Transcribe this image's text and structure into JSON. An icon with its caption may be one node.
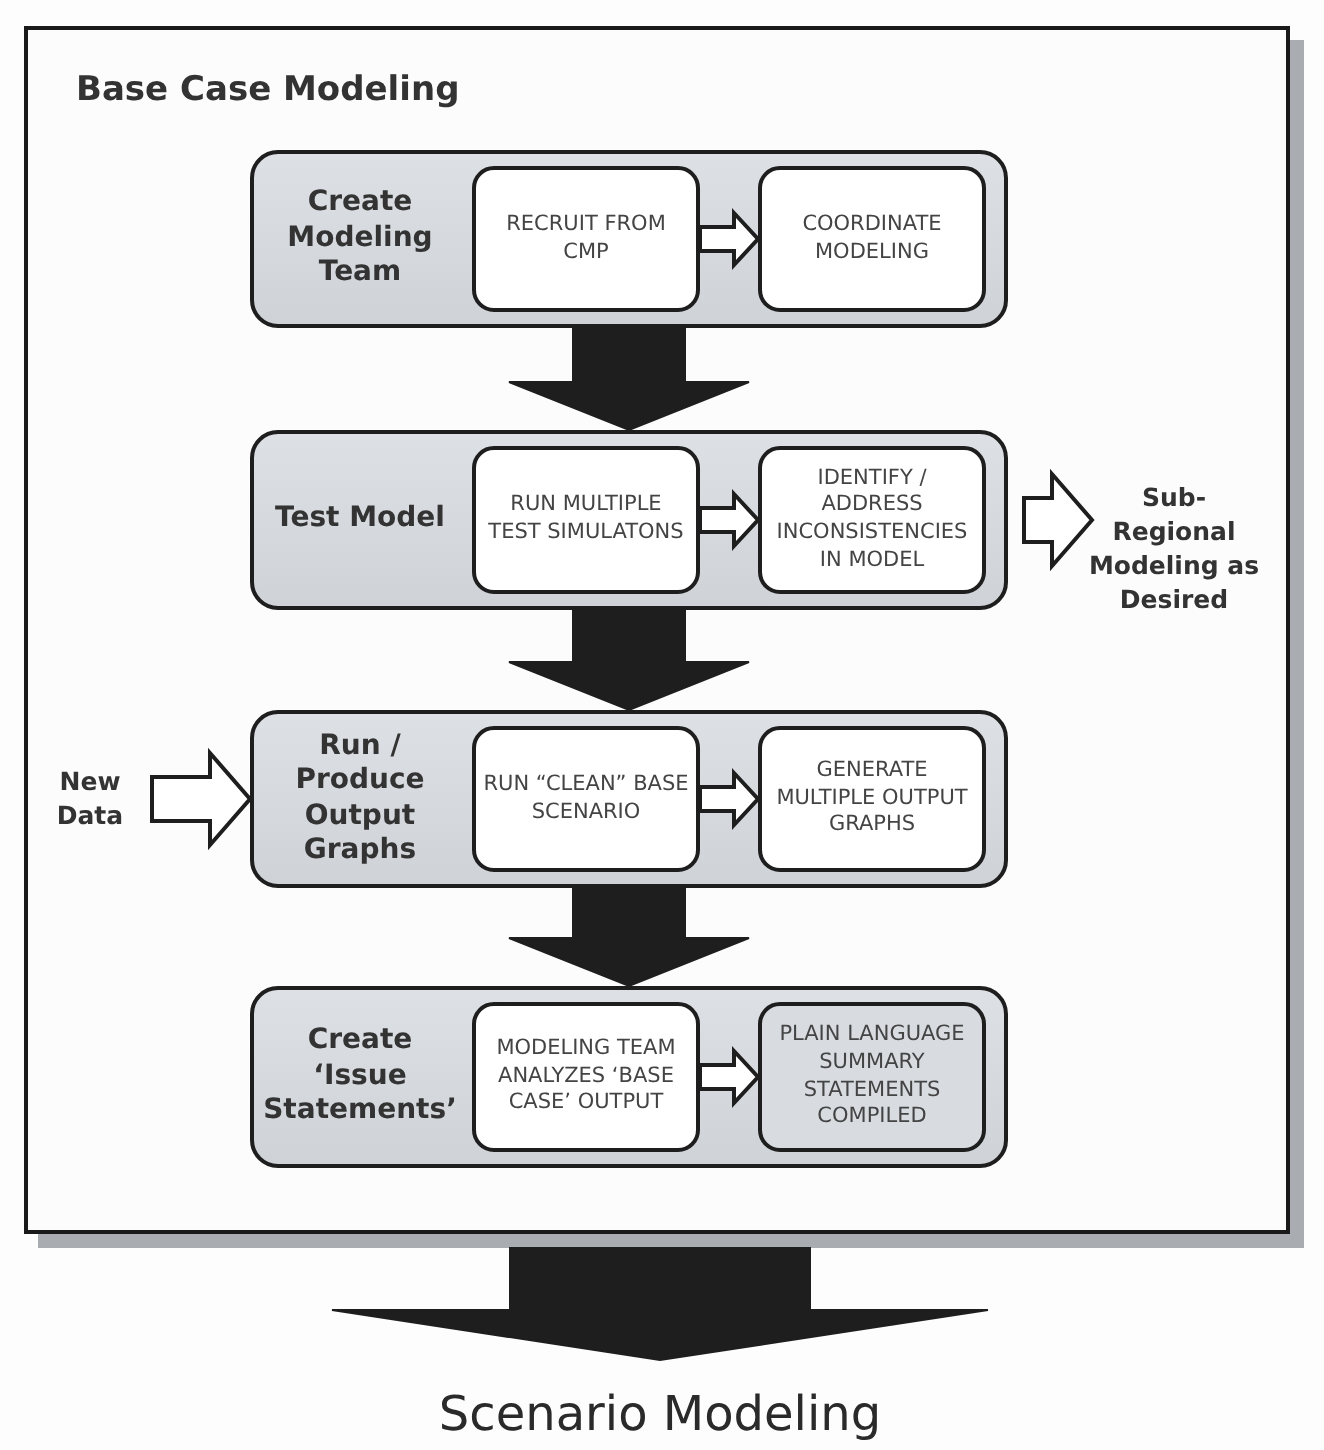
{
  "diagram": {
    "nodes": [
      {
        "text": [
          "Base Case Modeling"
        ]
      },
      {
        "text": [
          "Create Modeling Team"
        ],
        "in": 0
      },
      {
        "text": [
          "RECRUIT FROM CMP"
        ],
        "in": 1
      },
      {
        "text": [
          "COORDINATE MODELING"
        ],
        "in": 1
      },
      {
        "text": [
          "Test Model"
        ],
        "in": 0
      },
      {
        "text": [
          "RUN MULTIPLE TEST SIMULATONS"
        ],
        "in": 4
      },
      {
        "text": [
          "IDENTIFY / ADDRESS INCONSISTENCIES IN MODEL"
        ],
        "in": 4
      },
      {
        "text": [
          "Sub-Regional Modeling as Desired"
        ],
        "in": 0
      },
      {
        "text": [
          "New Data"
        ],
        "in": 0
      },
      {
        "text": [
          "Run / Produce Output Graphs"
        ],
        "in": 0
      },
      {
        "text": [
          "RUN “CLEAN” BASE SCENARIO"
        ],
        "in": 9
      },
      {
        "text": [
          "GENERATE MULTIPLE OUTPUT GRAPHS"
        ],
        "in": 9
      },
      {
        "text": [
          "Create ‘Issue Statements’"
        ],
        "in": 0
      },
      {
        "text": [
          "MODELING TEAM ANALYZES ‘BASE CASE’ OUTPUT"
        ],
        "in": 12
      },
      {
        "text": [
          "PLAIN LANGUAGE SUMMARY STATEMENTS COMPILED"
        ],
        "in": 12
      },
      {
        "text": [
          "Scenario Modeling"
        ]
      }
    ],
    "edges": [
      {
        "from": 2,
        "to": 3,
        "arrow": "to"
      },
      {
        "from": 1,
        "to": 4,
        "arrow": "to",
        "style": "thick"
      },
      {
        "from": 5,
        "to": 6,
        "arrow": "to"
      },
      {
        "from": 4,
        "to": 7,
        "arrow": "to"
      },
      {
        "from": 4,
        "to": 9,
        "arrow": "to",
        "style": "thick"
      },
      {
        "from": 8,
        "to": 9,
        "arrow": "to"
      },
      {
        "from": 10,
        "to": 11,
        "arrow": "to"
      },
      {
        "from": 9,
        "to": 12,
        "arrow": "to",
        "style": "thick"
      },
      {
        "from": 13,
        "to": 14,
        "arrow": "to"
      },
      {
        "from": 0,
        "to": 15,
        "arrow": "to",
        "style": "thick"
      }
    ]
  }
}
